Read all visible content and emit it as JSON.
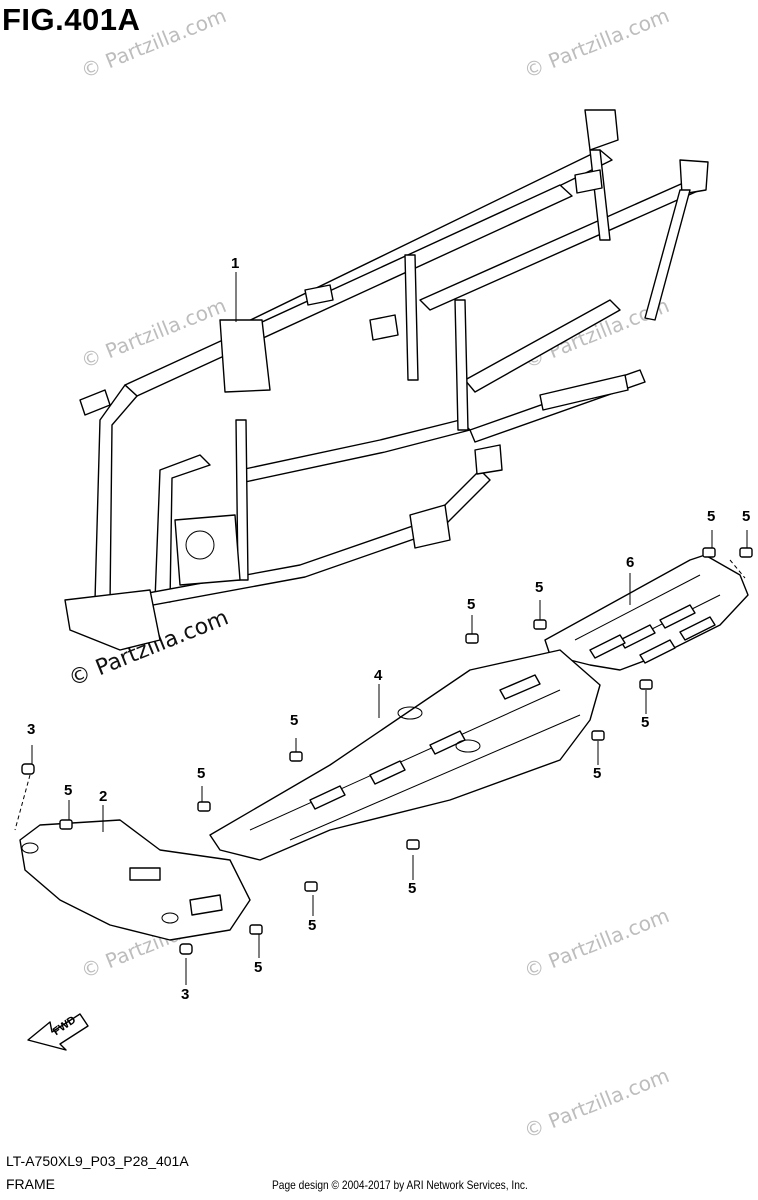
{
  "figure": {
    "title": "FIG.401A"
  },
  "watermarks": [
    "© Partzilla.com",
    "© Partzilla.com",
    "© Partzilla.com",
    "© Partzilla.com",
    "© Partzilla.com",
    "© Partzilla.com",
    "© Partzilla.com",
    "© Partzilla.com"
  ],
  "direction_arrow": {
    "label": "FWD"
  },
  "callouts": [
    "1",
    "2",
    "3",
    "3",
    "4",
    "5",
    "5",
    "5",
    "5",
    "5",
    "5",
    "5",
    "5",
    "5",
    "5",
    "5",
    "5",
    "6"
  ],
  "footer": {
    "diagram_code": "LT-A750XL9_P03_P28_401A",
    "diagram_name": "FRAME",
    "copyright": "Page design © 2004-2017 by ARI Network Services, Inc."
  }
}
